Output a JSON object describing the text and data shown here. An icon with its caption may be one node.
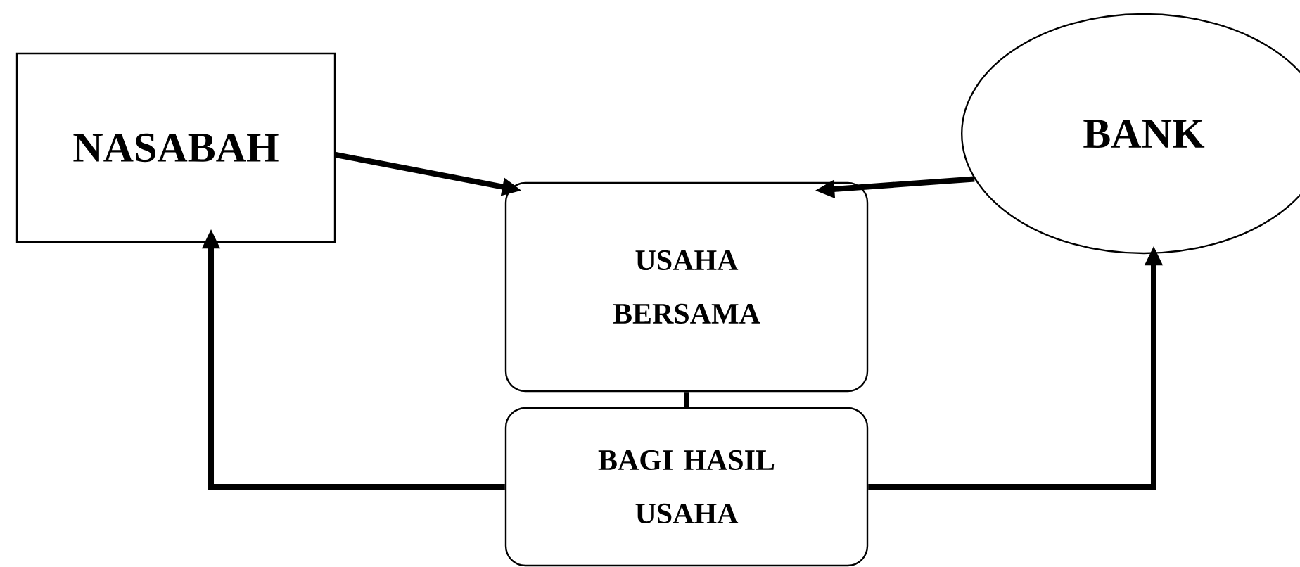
{
  "diagram": {
    "nodes": [
      {
        "text": [
          "NASABAH"
        ]
      },
      {
        "text": [
          "BANK"
        ]
      },
      {
        "text": [
          "USAHA BERSAMA"
        ]
      },
      {
        "text": [
          "BAGI HASIL USAHA"
        ]
      }
    ],
    "edges": [
      {
        "from": 0,
        "to": 2,
        "arrow": "to"
      },
      {
        "from": 1,
        "to": 2,
        "arrow": "to"
      },
      {
        "from": 3,
        "to": 0,
        "arrow": "to"
      },
      {
        "from": 3,
        "to": 1,
        "arrow": "to"
      },
      {
        "from": 2,
        "to": 3,
        "arrow": "none"
      }
    ]
  }
}
